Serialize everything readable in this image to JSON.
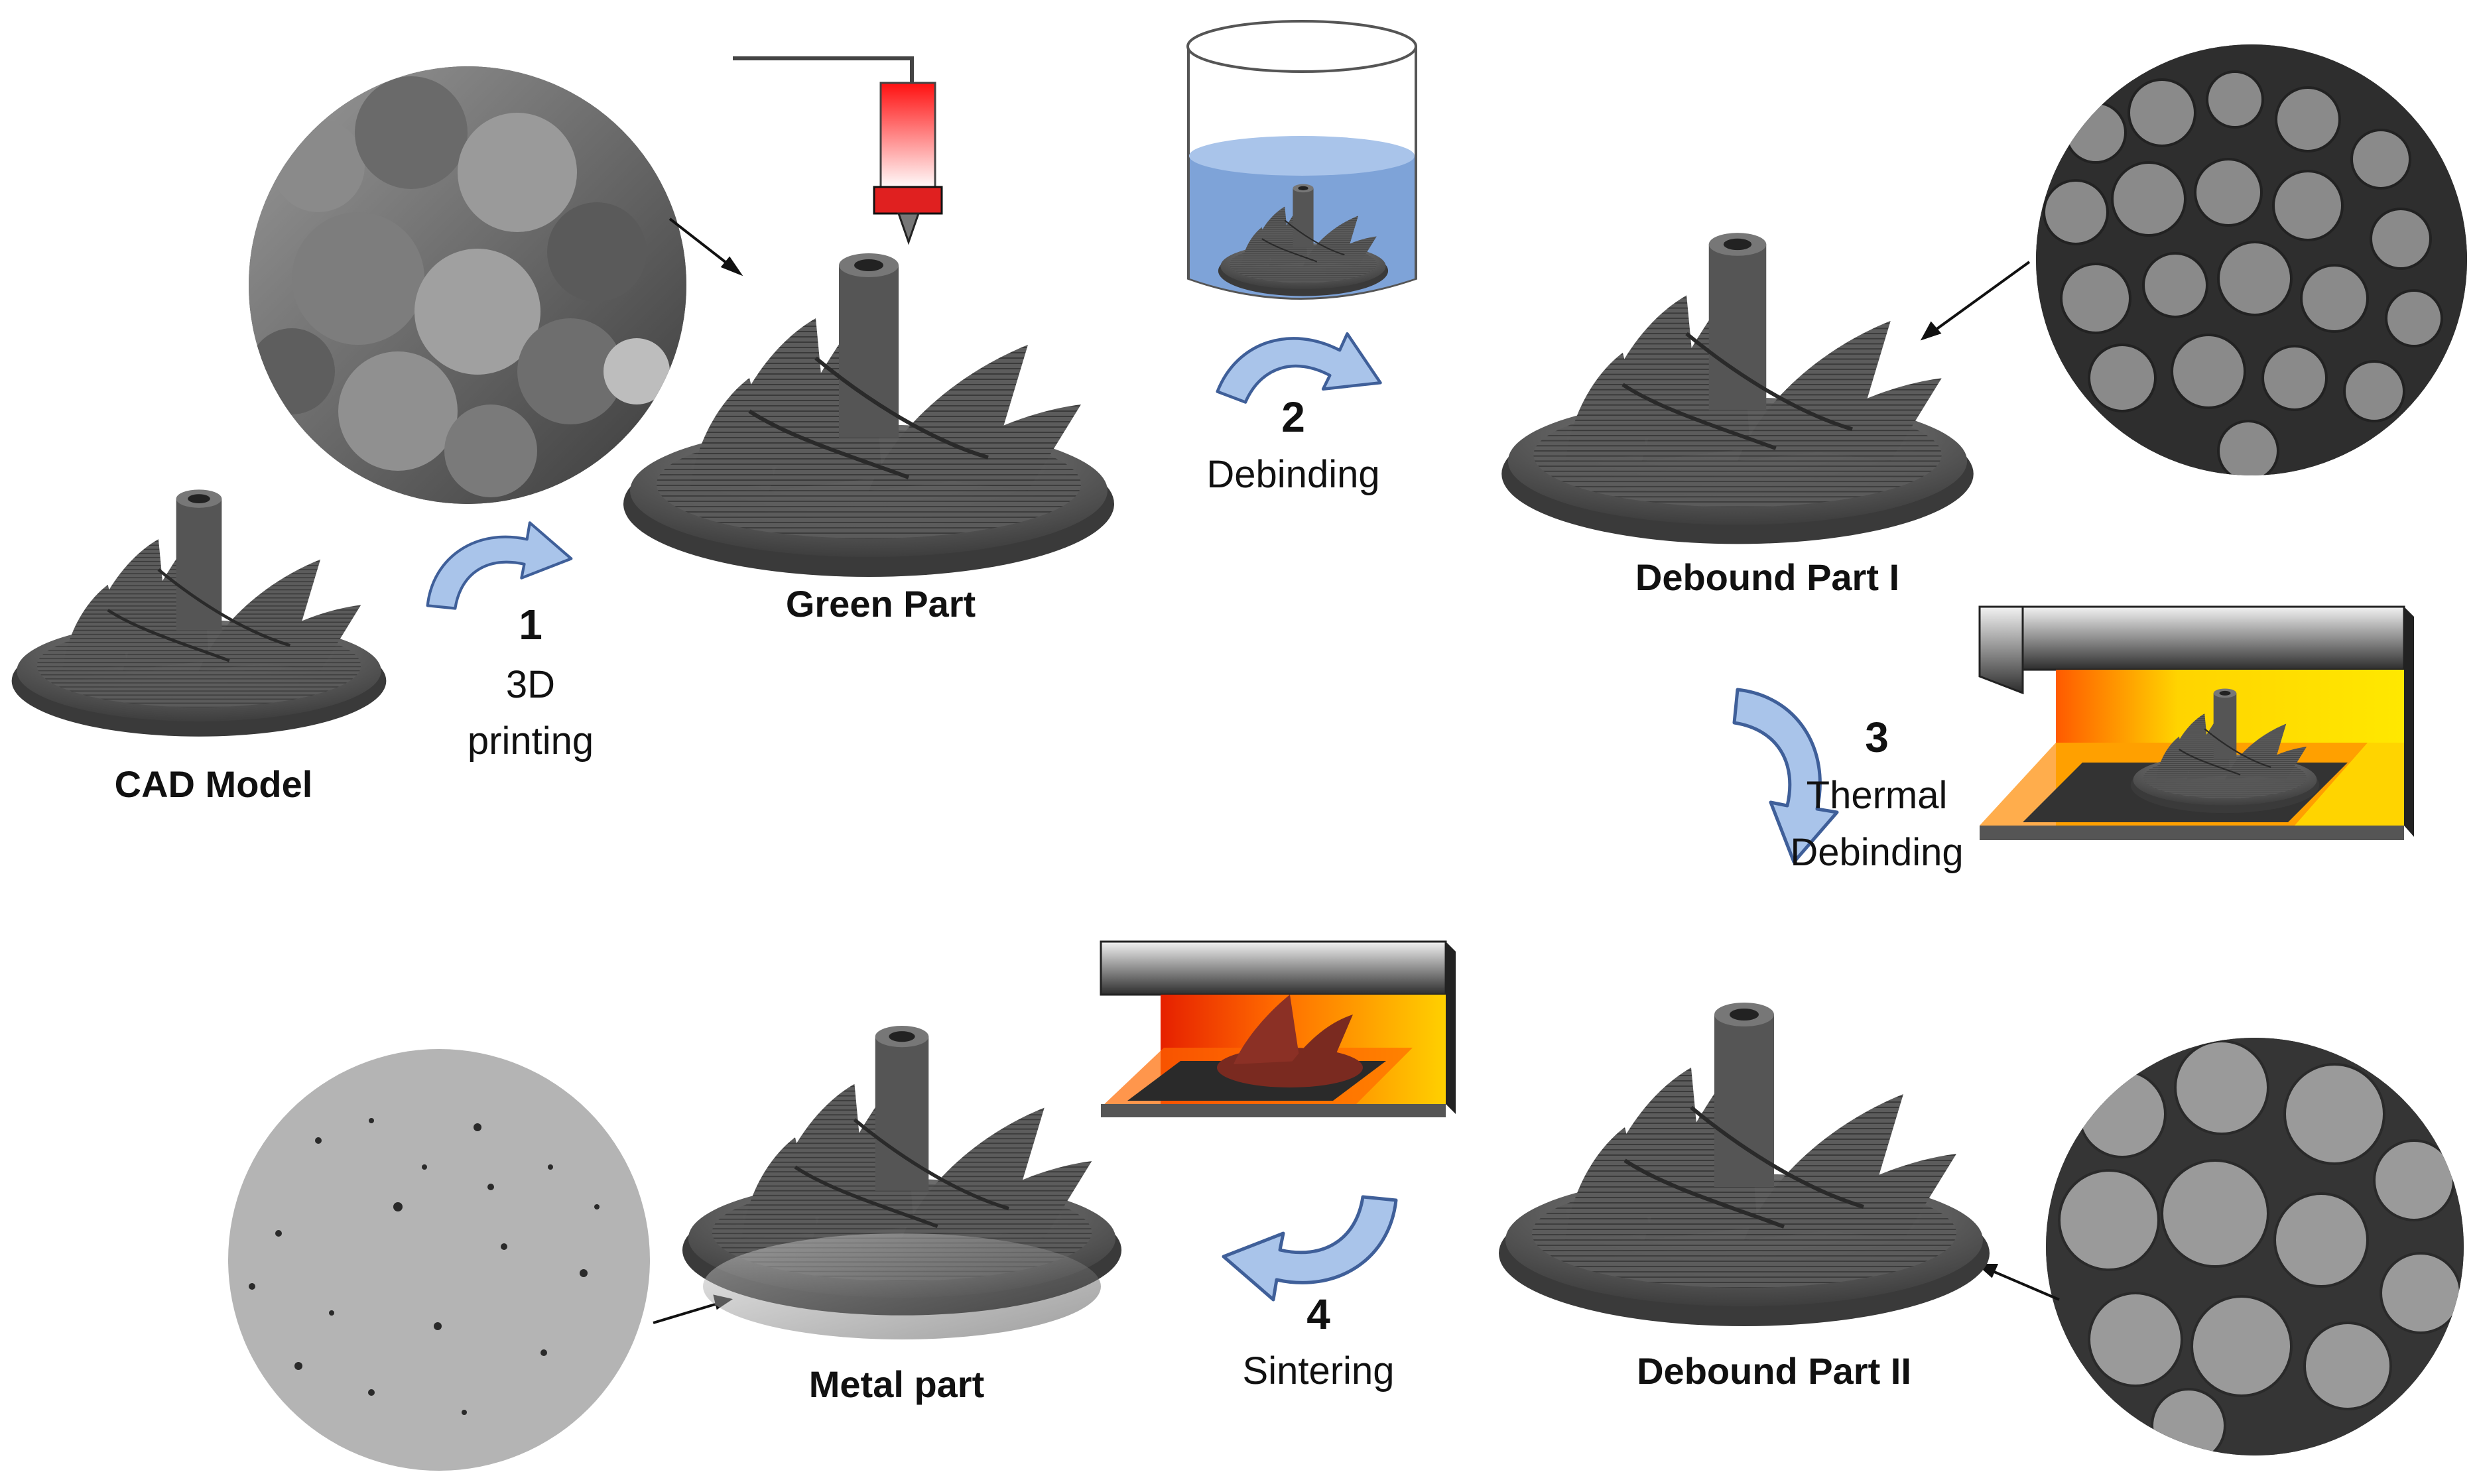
{
  "parts": {
    "cad_model": "CAD Model",
    "green_part": "Green Part",
    "debound_part_1": "Debound Part I",
    "debound_part_2": "Debound Part II",
    "metal_part": "Metal part"
  },
  "steps": [
    {
      "number": "1",
      "name_line1": "3D",
      "name_line2": "printing"
    },
    {
      "number": "2",
      "name_line1": "Debinding",
      "name_line2": ""
    },
    {
      "number": "3",
      "name_line1": "Thermal",
      "name_line2": "Debinding"
    },
    {
      "number": "4",
      "name_line1": "Sintering",
      "name_line2": ""
    }
  ],
  "colors": {
    "arrow_fill": "#a9c4ea",
    "arrow_stroke": "#3f5f99",
    "part_gray": "#5a5a5a",
    "solvent_blue": "#7ea3d8",
    "furnace_hot": "#ffd400",
    "sintering_red": "#e63010",
    "nozzle_red": "#e02020"
  },
  "icons": {
    "solvent": "beaker-icon",
    "furnace": "furnace-icon",
    "nozzle": "print-nozzle-icon",
    "process_arrow": "curved-arrow-icon"
  }
}
